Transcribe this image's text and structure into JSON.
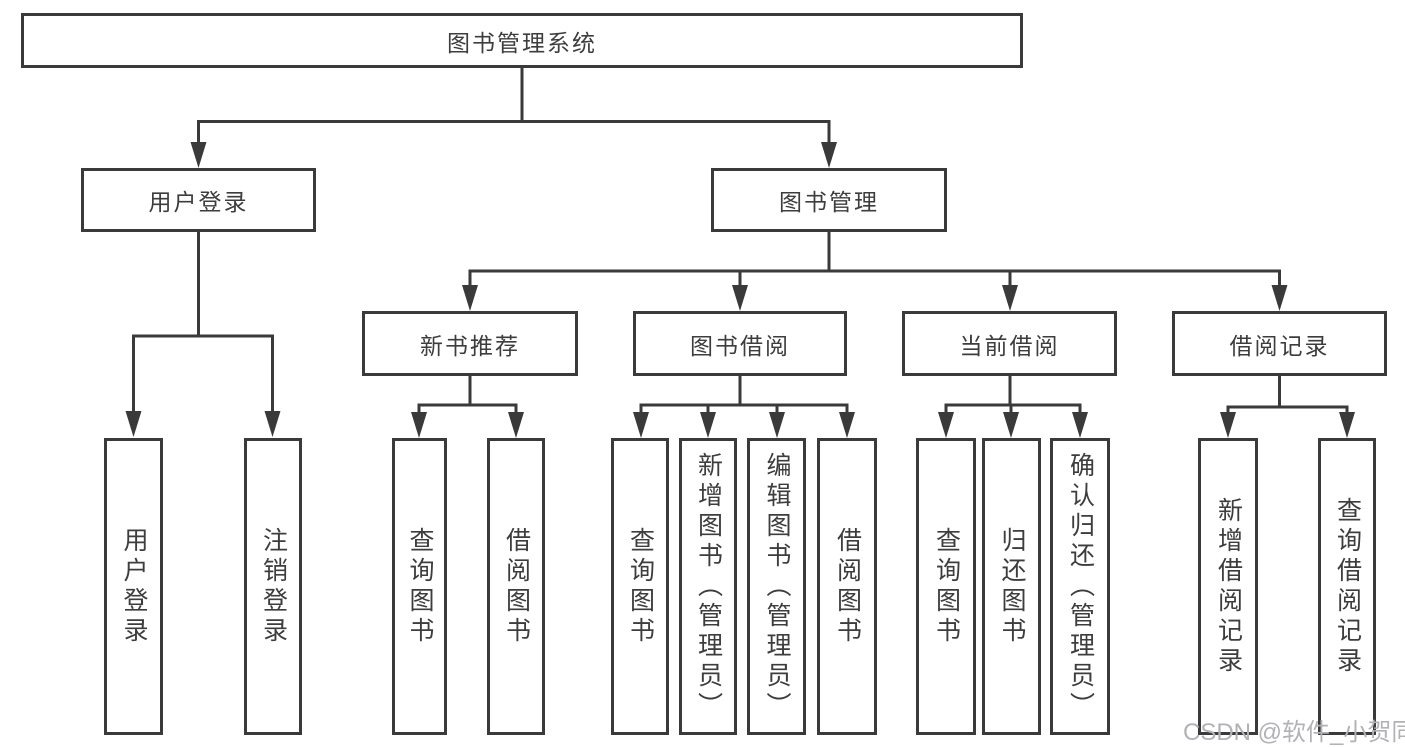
{
  "diagram": {
    "root": {
      "label": "图书管理系统"
    },
    "branches": [
      {
        "label": "用户登录",
        "children": [
          {
            "label": "用户登录"
          },
          {
            "label": "注销登录"
          }
        ]
      },
      {
        "label": "图书管理",
        "children": [
          {
            "label": "新书推荐",
            "children": [
              {
                "label": "查询图书"
              },
              {
                "label": "借阅图书"
              }
            ]
          },
          {
            "label": "图书借阅",
            "children": [
              {
                "label": "查询图书"
              },
              {
                "label": "新增图书（管理员）"
              },
              {
                "label": "编辑图书（管理员）"
              },
              {
                "label": "借阅图书"
              }
            ]
          },
          {
            "label": "当前借阅",
            "children": [
              {
                "label": "查询图书"
              },
              {
                "label": "归还图书"
              },
              {
                "label": "确认归还（管理员）"
              }
            ]
          },
          {
            "label": "借阅记录",
            "children": [
              {
                "label": "新增借阅记录"
              },
              {
                "label": "查询借阅记录"
              }
            ]
          }
        ]
      }
    ]
  },
  "watermark": {
    "text": "CSDN @软件_小贺同学"
  },
  "colors": {
    "line": "#3a3a3a",
    "text": "#3d3d3d",
    "watermark": "#b2b2b6",
    "background": "#ffffff"
  }
}
